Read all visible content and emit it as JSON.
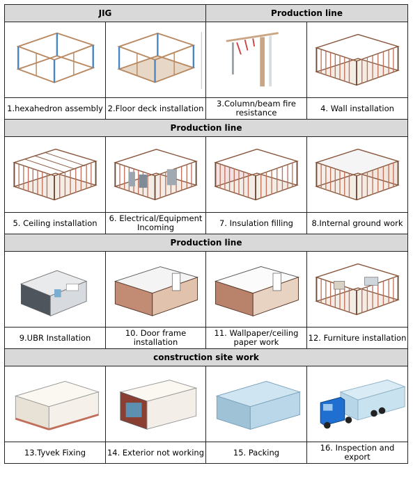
{
  "sections": [
    {
      "left": "JIG",
      "right": "Production line"
    },
    {
      "title": "Production line"
    },
    {
      "title": "Production line"
    },
    {
      "title": "construction site work"
    }
  ],
  "steps": [
    {
      "caption": "1.hexahedron assembly",
      "icon": "frame-icon"
    },
    {
      "caption": "2.Floor deck installation",
      "icon": "floor-deck-icon"
    },
    {
      "caption": "3.Column/beam fire resistance",
      "icon": "column-beam-icon"
    },
    {
      "caption": "4. Wall installation",
      "icon": "wall-frame-icon"
    },
    {
      "caption": "5. Ceiling installation",
      "icon": "ceiling-frame-icon"
    },
    {
      "caption": "6. Electrical/Equipment Incoming",
      "icon": "equipment-module-icon"
    },
    {
      "caption": "7. Insulation filling",
      "icon": "insulation-module-icon"
    },
    {
      "caption": "8.Internal ground work",
      "icon": "ground-work-module-icon"
    },
    {
      "caption": "9.UBR Installation",
      "icon": "bathroom-unit-icon"
    },
    {
      "caption": "10. Door frame installation",
      "icon": "door-frame-module-icon"
    },
    {
      "caption": "11. Wallpaper/ceiling paper work",
      "icon": "wallpaper-module-icon"
    },
    {
      "caption": "12. Furniture installation",
      "icon": "furniture-module-icon"
    },
    {
      "caption": "13.Tyvek Fixing",
      "icon": "tyvek-box-icon"
    },
    {
      "caption": "14. Exterior not working",
      "icon": "exterior-module-icon"
    },
    {
      "caption": "15. Packing",
      "icon": "packed-box-icon"
    },
    {
      "caption": "16. Inspection and export",
      "icon": "truck-icon"
    }
  ]
}
